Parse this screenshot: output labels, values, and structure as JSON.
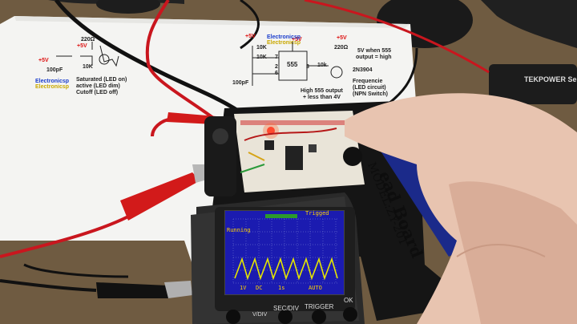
{
  "schematic": {
    "left": {
      "v1": "+5V",
      "v2": "+5V",
      "r1": "220Ω",
      "r2": "10K",
      "cap": "100pF",
      "brand1": "Electronicsp",
      "brand2": "Electronicsp",
      "note1": "Saturated (LED on)",
      "note2": "active (LED dim)",
      "note3": "Cutoff (LED off)"
    },
    "middle": {
      "v1": "+5V",
      "v2": "+5V",
      "brand": "Electronicsp",
      "brand2": "Electronicsp",
      "r1": "10K",
      "r2": "10K",
      "chip": "555",
      "pins": [
        "7",
        "2",
        "6",
        "3"
      ],
      "cap": "100pF",
      "r3": "10k",
      "note1": "High 555 output",
      "note2": "+ less than 4V"
    },
    "right": {
      "v": "+5V",
      "r": "220Ω",
      "transistor": "2N3904",
      "note1": "5V when 555",
      "note2": "output = high",
      "freq1": "Frequencie",
      "freq2": "(LED circuit)",
      "freq3": "(NPN Switch)"
    }
  },
  "breadboard": {
    "brand": "ead Board",
    "model": "MODEL:ZY-201"
  },
  "oscilloscope": {
    "status": "Running",
    "trigger": "Trigged",
    "volts": "1V",
    "coupling": "DC",
    "timebase": "1s",
    "mode": "AUTO",
    "button_sec_div": "SEC/DIV",
    "button_trigger": "TRIGGER",
    "button_ok": "OK",
    "button_v": "V/DIV"
  },
  "power_supply": {
    "brand": "TEKPOWER Se"
  },
  "colors": {
    "scope_trace": "#e6e600",
    "scope_bg": "#1b1bb0",
    "grid": "#7f86d6"
  }
}
